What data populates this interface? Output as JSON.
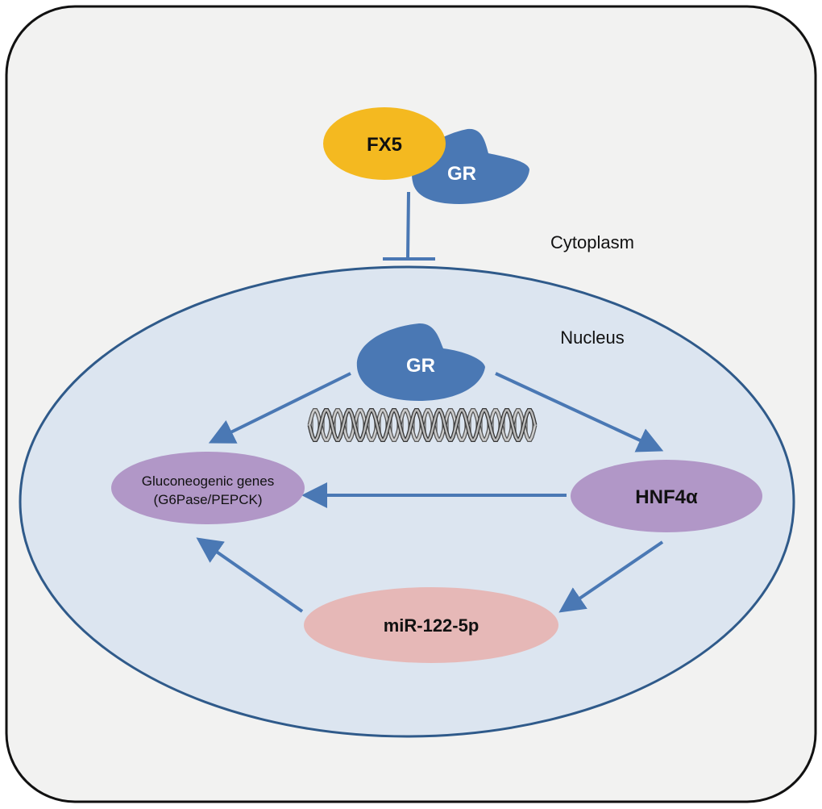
{
  "labels": {
    "fx5": "FX5",
    "gr_cytoplasm": "GR",
    "gr_nucleus": "GR",
    "cytoplasm": "Cytoplasm",
    "nucleus": "Nucleus",
    "gluconeogenic_line1": "Gluconeogenic genes",
    "gluconeogenic_line2": "(G6Pase/PEPCK)",
    "hnf4a": "HNF4α",
    "mir": "miR-122-5p"
  },
  "colors": {
    "cell_fill": "#f2f2f1",
    "nucleus_fill": "#dce5f0",
    "nucleus_stroke": "#2f5a8a",
    "fx5": "#f4b920",
    "gr": "#4a78b4",
    "arrow": "#4a78b4",
    "hnf4a": "#b197c7",
    "gluconeogenic": "#b197c7",
    "mir": "#e6b8b7"
  }
}
